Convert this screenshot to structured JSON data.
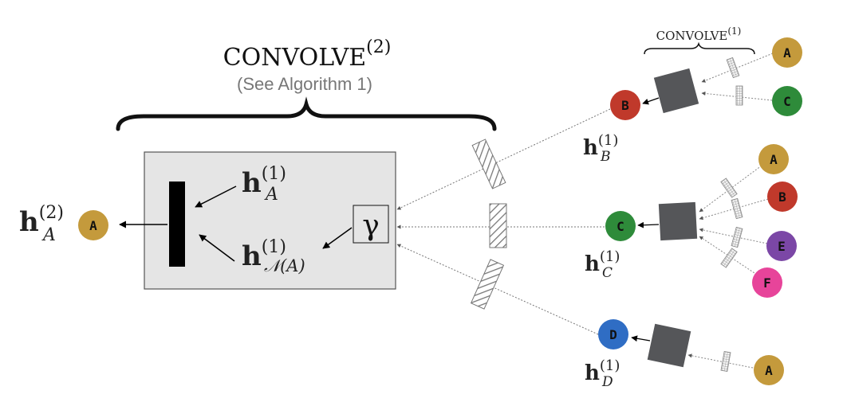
{
  "colors": {
    "A": "#c49a3c",
    "B": "#c0392b",
    "C": "#2e8b3a",
    "D": "#2f6dc4",
    "E": "#7b47a6",
    "F": "#e7449a",
    "box_fill": "#e5e5e5",
    "square_fill": "#555659"
  },
  "convolve2": {
    "word": "CONVOLVE",
    "sup": "(2)",
    "subtitle": "(See Algorithm 1)"
  },
  "convolve1": {
    "word": "CONVOLVE",
    "sup": "(1)"
  },
  "box": {
    "hA1": {
      "base": "h",
      "sup": "(1)",
      "sub": "A"
    },
    "hN1": {
      "base": "h",
      "sup": "(1)",
      "sub": "𝒩(A)"
    },
    "gamma": "γ"
  },
  "output": {
    "h": {
      "base": "h",
      "sup": "(2)",
      "sub": "A"
    },
    "node": "A"
  },
  "targets": {
    "B": {
      "label": "B",
      "h": {
        "base": "h",
        "sup": "(1)",
        "sub": "B"
      }
    },
    "C": {
      "label": "C",
      "h": {
        "base": "h",
        "sup": "(1)",
        "sub": "C"
      }
    },
    "D": {
      "label": "D",
      "h": {
        "base": "h",
        "sup": "(1)",
        "sub": "D"
      }
    }
  },
  "neighbors": {
    "B_group": [
      "A",
      "C"
    ],
    "C_group": [
      "A",
      "B",
      "E",
      "F"
    ],
    "D_group": [
      "A"
    ]
  }
}
